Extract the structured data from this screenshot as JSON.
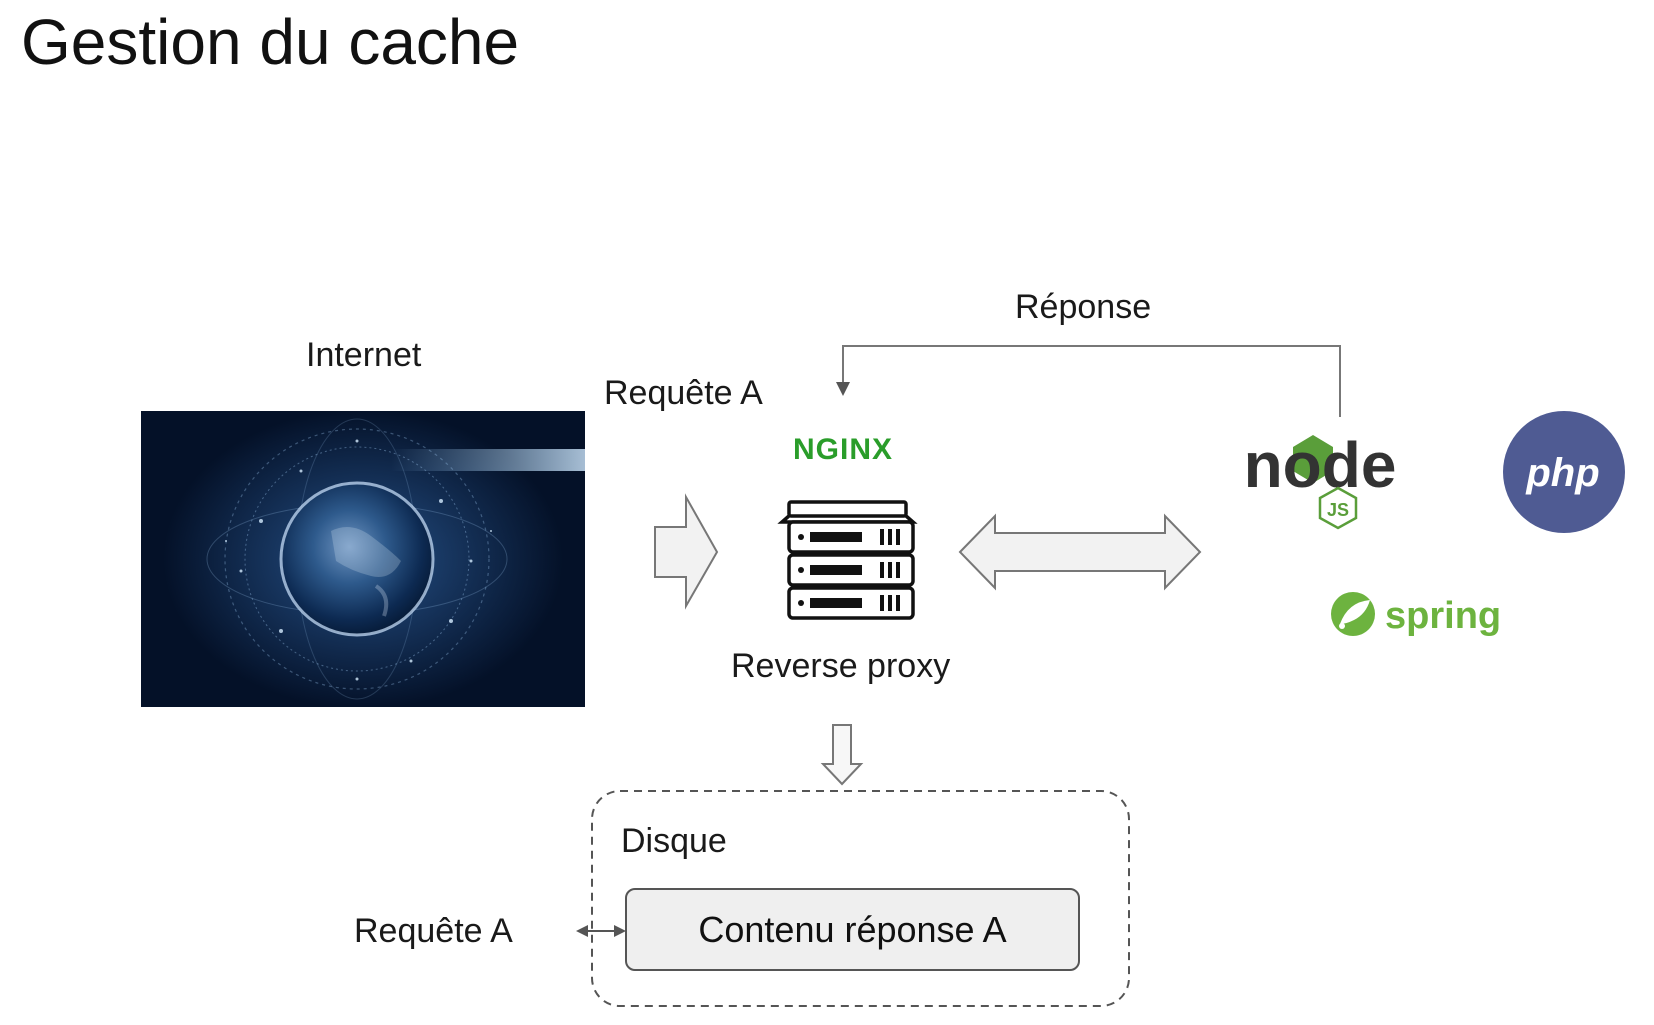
{
  "title": "Gestion du cache",
  "labels": {
    "internet": "Internet",
    "request_top": "Requête A",
    "response": "Réponse",
    "reverse_proxy": "Reverse proxy",
    "disk": "Disque",
    "cached_content": "Contenu réponse A",
    "request_bottom": "Requête A"
  },
  "logos": {
    "nginx": "NGINX",
    "node": "node",
    "node_js": "JS",
    "php": "php",
    "spring": "spring"
  },
  "colors": {
    "nginx_green": "#2a9d2a",
    "node_green": "#5a9e3a",
    "node_dark": "#333333",
    "php_purple": "#4f5b93",
    "spring_green": "#6db33f",
    "arrow_stroke": "#777777",
    "arrow_fill": "#f0f0f0"
  },
  "icons": [
    "globe-image",
    "server-rack-icon",
    "right-block-arrow",
    "double-block-arrow",
    "down-block-arrow",
    "bidirectional-small-arrow"
  ]
}
